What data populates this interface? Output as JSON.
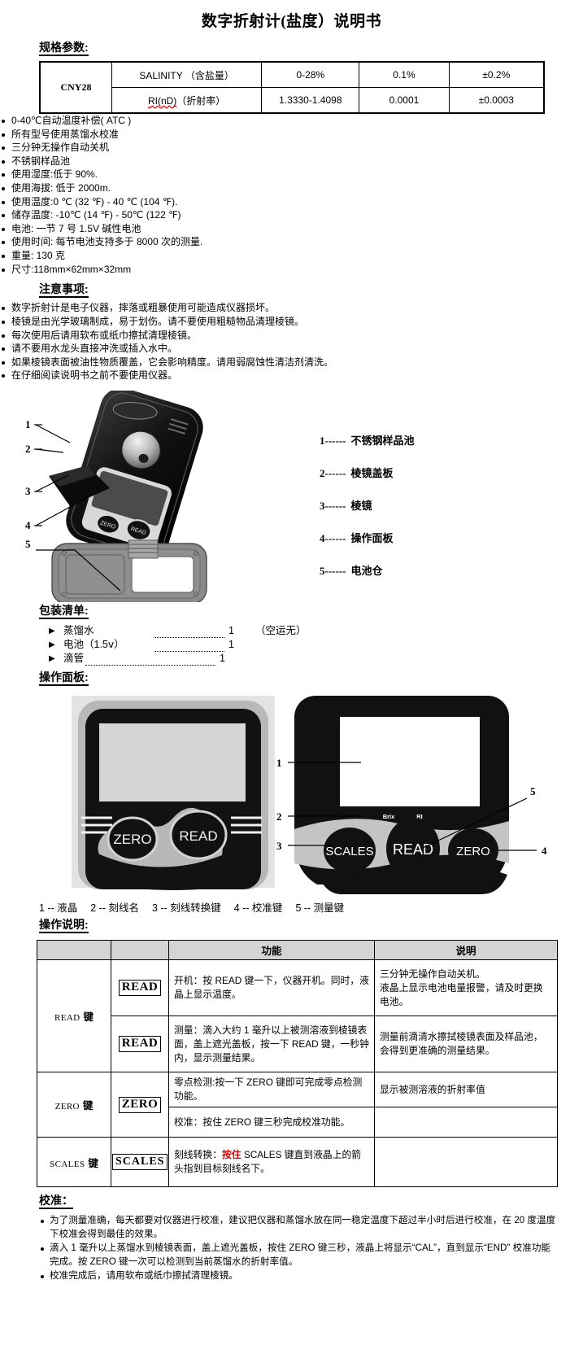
{
  "title": "数字折射计(盐度）说明书",
  "spec": {
    "heading": "规格参数:",
    "model": "CNY28",
    "rows": [
      {
        "name": "SALINITY （含盐量）",
        "range": "0-28%",
        "resolution": "0.1%",
        "accuracy": "±0.2%"
      },
      {
        "name": "RI(nD) （折射率）",
        "name_code": "RI(nD)",
        "name_cn": "（折射率）",
        "range": "1.3330-1.4098",
        "resolution": "0.0001",
        "accuracy": "±0.0003"
      }
    ]
  },
  "features": [
    "0-40℃自动温度补偿( ATC )",
    "所有型号使用蒸馏水校准",
    "三分钟无操作自动关机",
    "不锈钢样品池",
    "使用湿度:低于 90%.",
    "使用海拔: 低于  2000m.",
    "使用温度:0 ℃ (32 ℉) - 40 ℃ (104 ℉).",
    "储存温度: -10℃ (14 ℉) - 50℃ (122 ℉)",
    "电池: 一节 7 号 1.5V  碱性电池",
    "使用时间: 每节电池支持多于  8000 次的测量.",
    "重量: 130  克",
    "尺寸:118mm×62mm×32mm"
  ],
  "notes": {
    "heading": "注意事项:",
    "items": [
      "数字折射计是电子仪器，摔落或粗暴使用可能造成仪器损坏。",
      "棱镜是由光学玻璃制成，易于划伤。请不要使用粗糙物品清理棱镜。",
      "每次使用后请用软布或纸巾擦拭清理棱镜。",
      "请不要用水龙头直接冲洗或插入水中。",
      "如果棱镜表面被油性物质覆盖，它会影响精度。请用弱腐蚀性清洁剂清洗。",
      "在仔细阅读说明书之前不要使用仪器。"
    ]
  },
  "device_legend": [
    {
      "num": "1",
      "dashes": "------",
      "label": "不锈钢样品池"
    },
    {
      "num": "2",
      "dashes": "------",
      "label": "棱镜盖板"
    },
    {
      "num": "3",
      "dashes": "------",
      "label": "棱镜"
    },
    {
      "num": "4",
      "dashes": "------",
      "label": "操作面板"
    },
    {
      "num": "5",
      "dashes": "------",
      "label": "电池仓"
    }
  ],
  "device_callouts": [
    "1",
    "2",
    "3",
    "4",
    "5"
  ],
  "packing": {
    "heading": "包装清单:",
    "items": [
      {
        "name": "蒸馏水",
        "qty": "1",
        "note": "（空运无）"
      },
      {
        "name": "电池（1.5ⅴ）",
        "qty": "1",
        "note": ""
      },
      {
        "name": "滴管",
        "qty": "1",
        "note": ""
      }
    ]
  },
  "panel": {
    "heading": "操作面板:",
    "left_buttons": [
      "ZERO",
      "READ"
    ],
    "right_buttons": [
      "SCALES",
      "READ",
      "ZERO"
    ],
    "scale_labels": [
      "Brix",
      "RI"
    ],
    "callouts": [
      "1",
      "2",
      "3",
      "4",
      "5"
    ],
    "caption_items": [
      "1 --  液晶",
      "2 --  刻线名",
      "3 --  刻线转换键",
      "4 --  校准键",
      "5 --  测量键"
    ]
  },
  "ops": {
    "heading": "操作说明:",
    "headers": [
      "",
      "",
      "功能",
      "说明"
    ],
    "rows": [
      {
        "key": "READ",
        "key_suffix": "键",
        "key_rowspan": 2,
        "button": "READ",
        "button_rowspan": 1,
        "func_prefix": "开机：按 ",
        "func_code": "READ",
        "func_rest": " 键一下，仪器开机。同时，液晶上显示温度。",
        "func_text": "开机：按 READ 键一下，仪器开机。同时，液晶上显示温度。",
        "desc_text": "三分钟无操作自动关机。\n液晶上显示电池电量报警，请及时更换电池。"
      },
      {
        "key": "",
        "button": "READ",
        "func_text": "测量：滴入大约 1 毫升以上被测溶液到棱镜表面，盖上遮光盖板，按一下 READ 键，一秒钟内，显示测量结果。",
        "desc_text": "测量前滴清水擦拭棱镜表面及样品池，会得到更准确的测量结果。"
      },
      {
        "key": "ZERO",
        "key_suffix": "键",
        "key_rowspan": 2,
        "button": "ZERO",
        "button_rowspan": 2,
        "func_text": "零点检测:按一下 ZERO 键即可完成零点检测功能。",
        "desc_text": "显示被测溶液的折射率值"
      },
      {
        "key": "",
        "button": "",
        "func_text": "校准：按住 ZERO 键三秒完成校准功能。",
        "desc_text": ""
      },
      {
        "key": "SCALES",
        "key_suffix": "键",
        "button": "SCALES",
        "func_prefix": "刻线转换：",
        "func_emphasis": "按住",
        "func_rest": " SCALES 键直到液晶上的箭头指到目标刻线名下。",
        "func_text": "刻线转换：按住 SCALES 键直到液晶上的箭头指到目标刻线名下。",
        "desc_text": ""
      }
    ]
  },
  "calibration": {
    "heading": "校准：",
    "items": [
      "为了测量准确，每天都要对仪器进行校准，建议把仪器和蒸馏水放在同一稳定温度下超过半小时后进行校准，在 20 度温度下校准会得到最佳的效果。",
      "滴入 1 毫升以上蒸馏水到棱镜表面，盖上遮光盖板，按住 ZERO 键三秒，液晶上将显示“CAL”，直到显示“END\" 校准功能完成。按 ZERO 键一次可以检测到当前蒸馏水的折射率值。",
      "校准完成后，请用软布或纸巾擦拭清理棱镜。"
    ]
  }
}
